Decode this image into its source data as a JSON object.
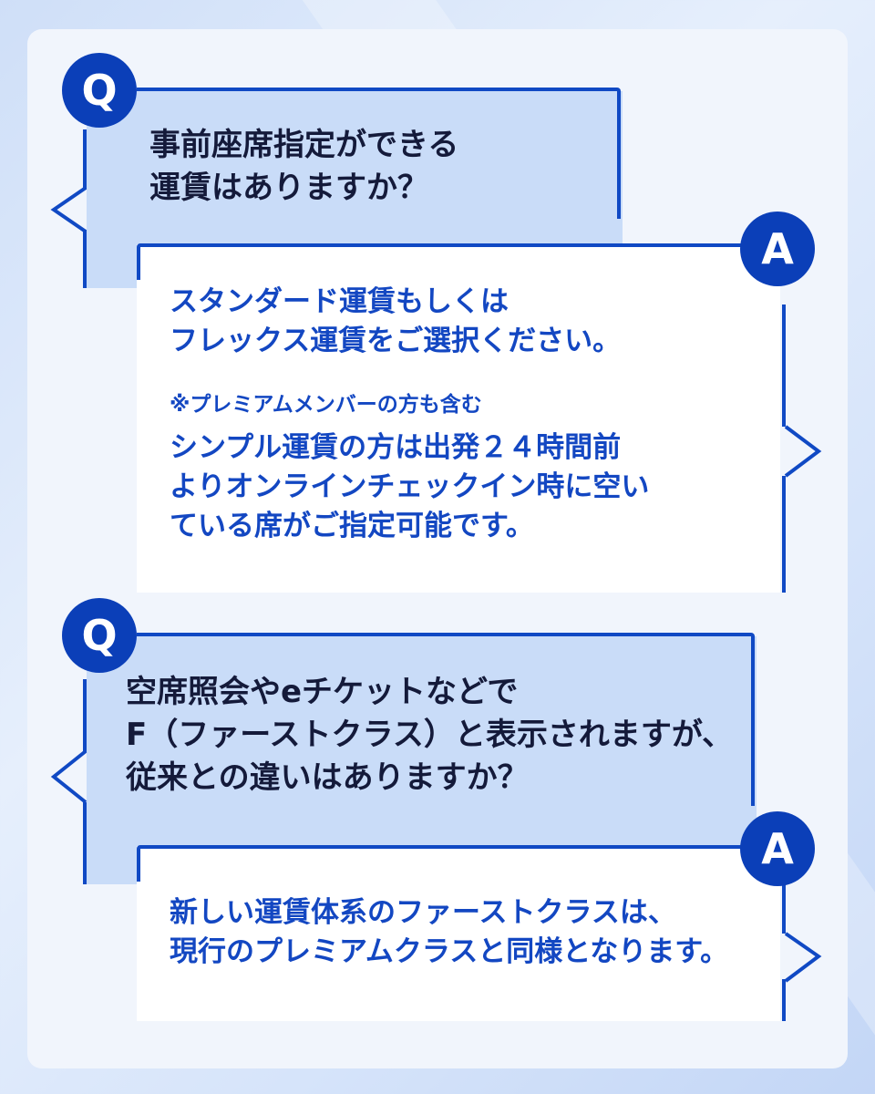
{
  "colors": {
    "accent": "#0b3fb8",
    "question_fill": "#c9dcf8",
    "answer_fill": "#ffffff",
    "question_text": "#141a3a",
    "answer_text": "#1347c2"
  },
  "qa": [
    {
      "q_badge": "Q",
      "question": "事前座席指定ができる\n運賃はありますか？",
      "a_badge": "A",
      "answer_main": "スタンダード運賃もしくは\nフレックス運賃をご選択ください。",
      "answer_note": "※プレミアムメンバーの方も含む",
      "answer_extra": "シンプル運賃の方は出発２４時間前\nよりオンラインチェックイン時に空い\nている席がご指定可能です。"
    },
    {
      "q_badge": "Q",
      "question": "空席照会やeチケットなどで\nF（ファーストクラス）と表示されますが、\n従来との違いはありますか？",
      "a_badge": "A",
      "answer_main": "新しい運賃体系のファーストクラスは、\n現行のプレミアムクラスと同様となります。"
    }
  ]
}
